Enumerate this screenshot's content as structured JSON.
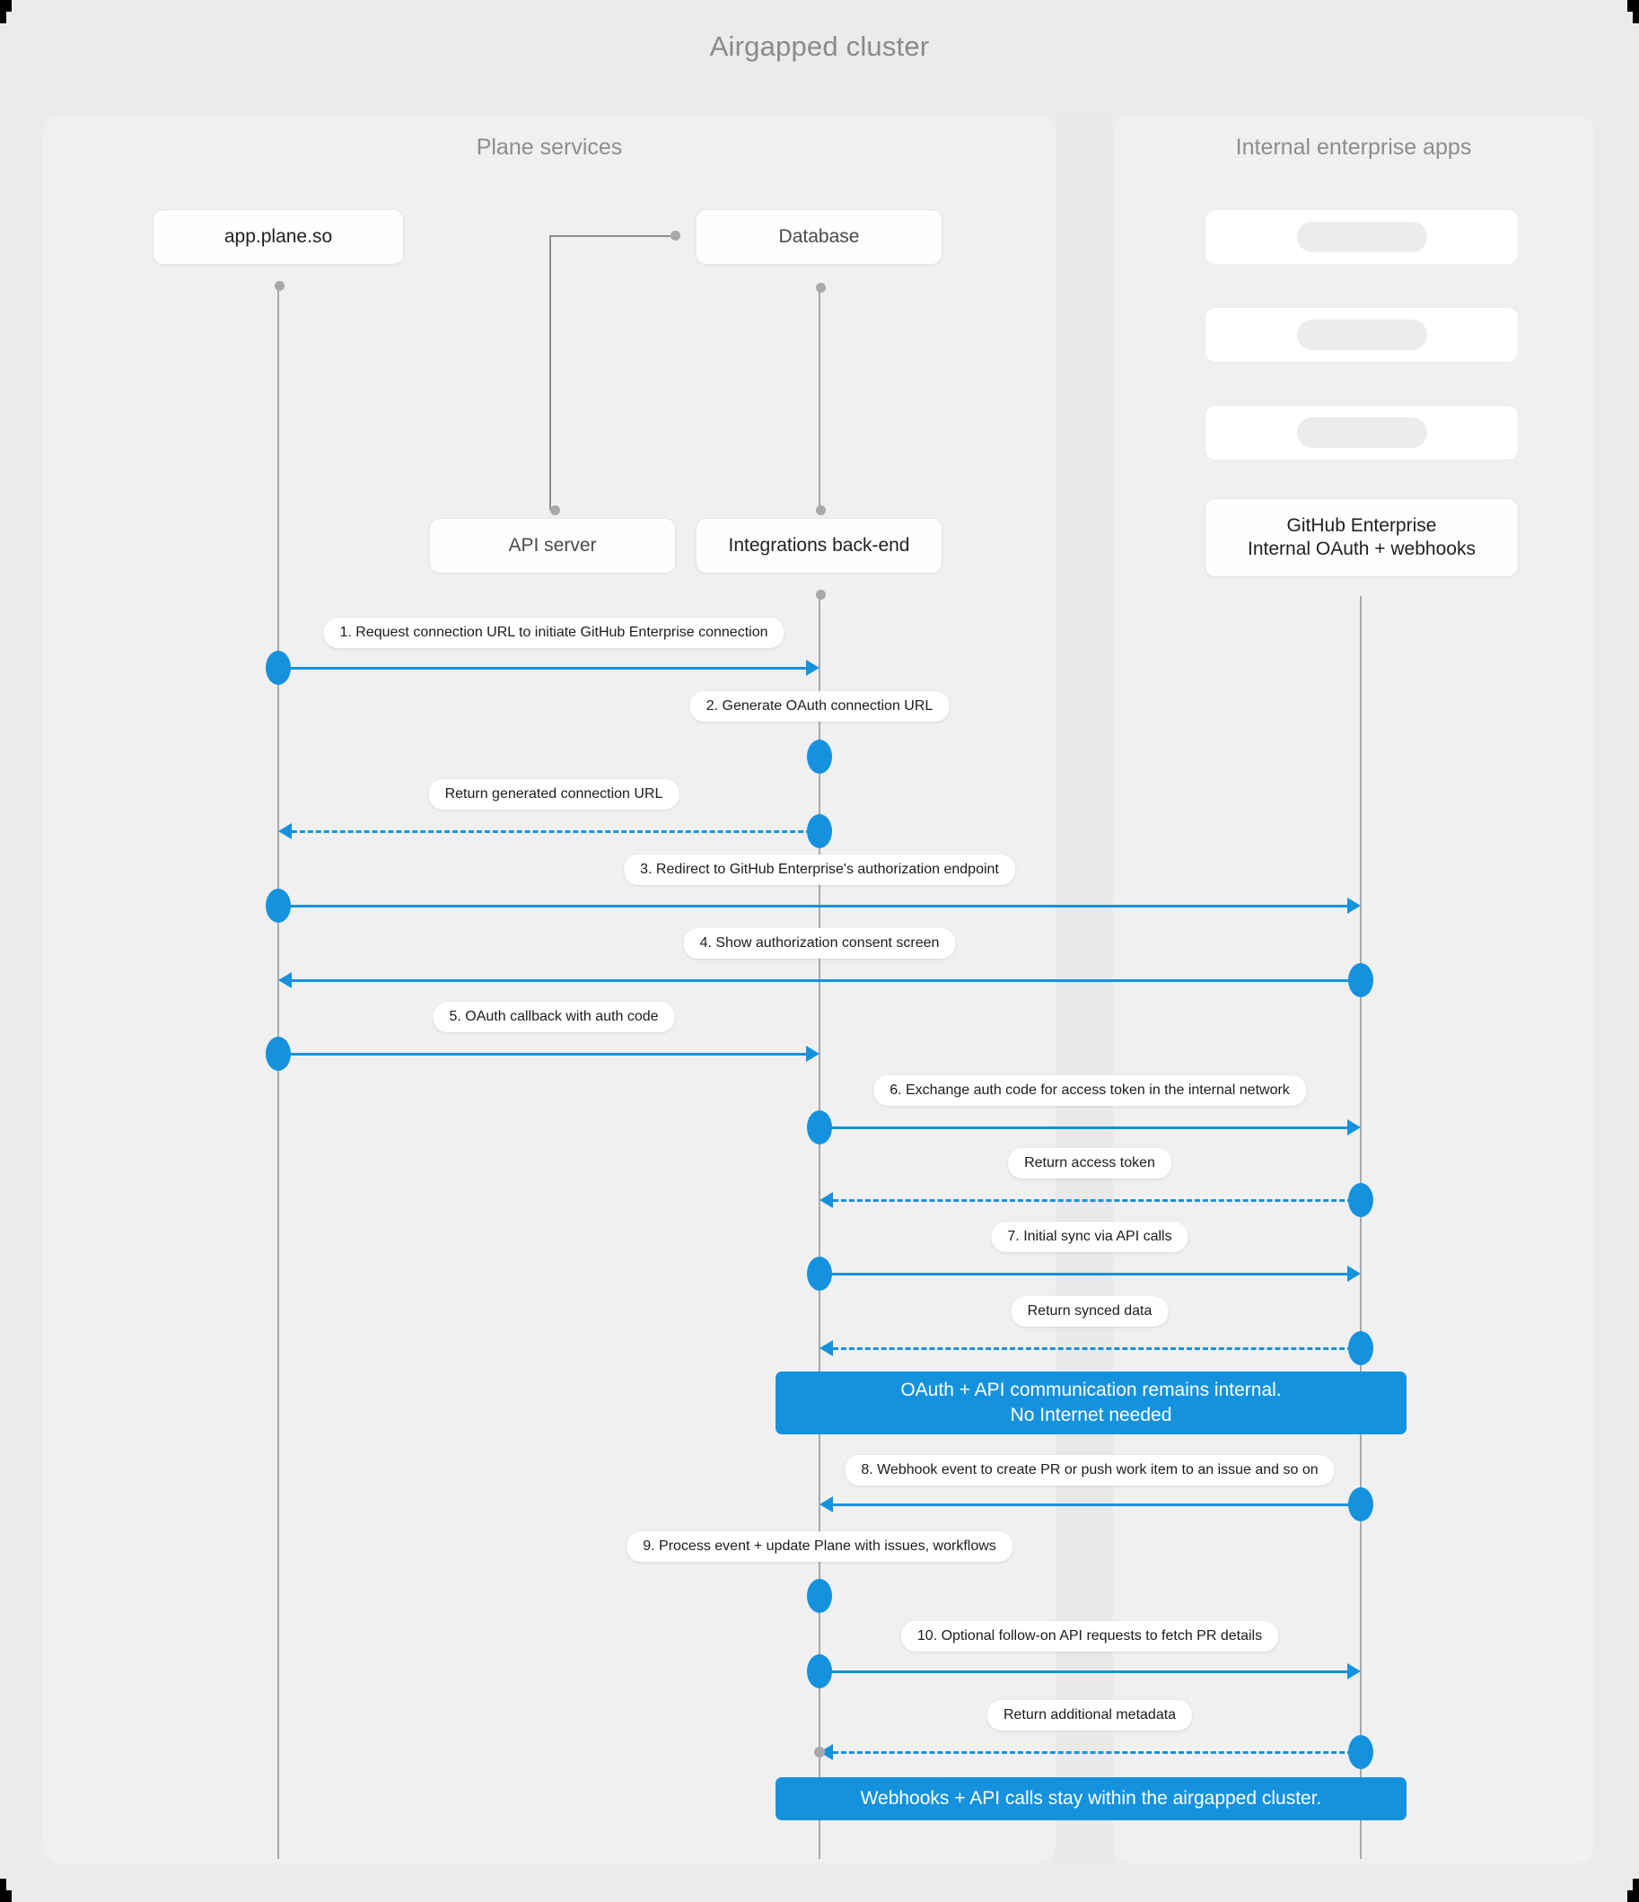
{
  "title": "Airgapped cluster",
  "panels": {
    "plane": {
      "title": "Plane services"
    },
    "internal": {
      "title": "Internal enterprise apps"
    }
  },
  "participants": {
    "app": "app.plane.so",
    "database": "Database",
    "api_server": "API server",
    "integrations": "Integrations back-end",
    "github_line1": "GitHub Enterprise",
    "github_line2": "Internal OAuth + webhooks"
  },
  "messages": [
    {
      "label": "1. Request connection URL to initiate GitHub Enterprise connection"
    },
    {
      "label": "2. Generate OAuth connection URL"
    },
    {
      "label": "Return generated connection URL"
    },
    {
      "label": "3. Redirect to GitHub Enterprise's authorization endpoint"
    },
    {
      "label": "4. Show authorization consent screen"
    },
    {
      "label": "5. OAuth callback with auth code"
    },
    {
      "label": "6. Exchange auth code for access token in the internal network"
    },
    {
      "label": "Return access token"
    },
    {
      "label": "7. Initial sync via API calls"
    },
    {
      "label": "Return synced data"
    },
    {
      "label": "8. Webhook event to create PR  or push work item to an issue  and so on"
    },
    {
      "label": "9. Process event + update Plane with issues, workflows"
    },
    {
      "label": "10. Optional follow-on API requests to fetch PR details"
    },
    {
      "label": "Return additional metadata"
    }
  ],
  "notes": {
    "internal_line1": "OAuth + API communication remains internal.",
    "internal_line2": "No Internet needed",
    "bottom": "Webhooks + API calls stay within the airgapped cluster."
  },
  "colors": {
    "accent": "#1592de",
    "panel": "#f0f0f0",
    "background": "#ebebeb",
    "lifeline": "#a8a8a8",
    "title": "#8a8a8a"
  }
}
